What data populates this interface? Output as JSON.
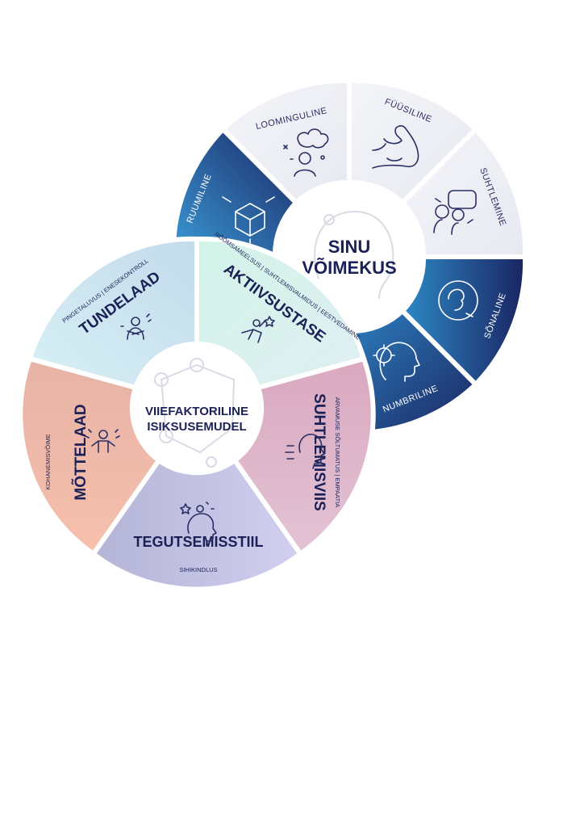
{
  "wheel_top": {
    "center_line1": "SINU",
    "center_line2": "VÕIMEKUS",
    "segments": [
      {
        "label": "LOOMINGULINE",
        "icon": "thinking-clouds-icon"
      },
      {
        "label": "FÜÜSILINE",
        "icon": "flexed-arm-icon"
      },
      {
        "label": "SUHTLEMINE",
        "icon": "people-talking-icon"
      },
      {
        "label": "SÕNALINE",
        "icon": "speaking-head-icon"
      },
      {
        "label": "NUMBRILINE",
        "icon": "gear-head-icon"
      },
      {
        "label": "RUUMILINE",
        "icon": "cube-arrows-icon"
      }
    ]
  },
  "wheel_bottom": {
    "center_line1": "VIIEFAKTORILINE",
    "center_line2": "ISIKSUSEMUDEL",
    "segments": [
      {
        "title": "TUNDELAAD",
        "subtitle": "PINGETALUVUS  |  ENESEKONTROLL",
        "icon": "self-hug-icon"
      },
      {
        "title": "AKTIIVSUSTASE",
        "subtitle": "RÕÕMSAMEELSUS  |  SUHTLEMISVALMIDUS  |  EESTVEDAMINE",
        "icon": "jumping-person-icon"
      },
      {
        "title": "SUHTLEMISVIIS",
        "subtitle": "ARVAMUSE SÕLTUMATUS  |  EMPAATIA",
        "icon": "talking-head-icon"
      },
      {
        "title": "TEGUTSEMISSTIIL",
        "subtitle": "SIHIKINDLUS",
        "icon": "idea-head-icon"
      },
      {
        "title": "MÕTTELAAD",
        "subtitle": "KOHANEMISVÕIME",
        "icon": "open-arms-icon"
      }
    ]
  },
  "colors": {
    "navy": "#1b2157",
    "top_light": "#eceff5",
    "top_dark_a": "#1d2a6b",
    "top_dark_b": "#2f86c4",
    "tundelaad": "#cfe6f0",
    "aktiivsustase": "#d6f1ea",
    "suhtlemisviis": "#dcaec4",
    "tegutsemisstiil": "#c3c1e3",
    "mottelaad": "#efb7a6"
  }
}
